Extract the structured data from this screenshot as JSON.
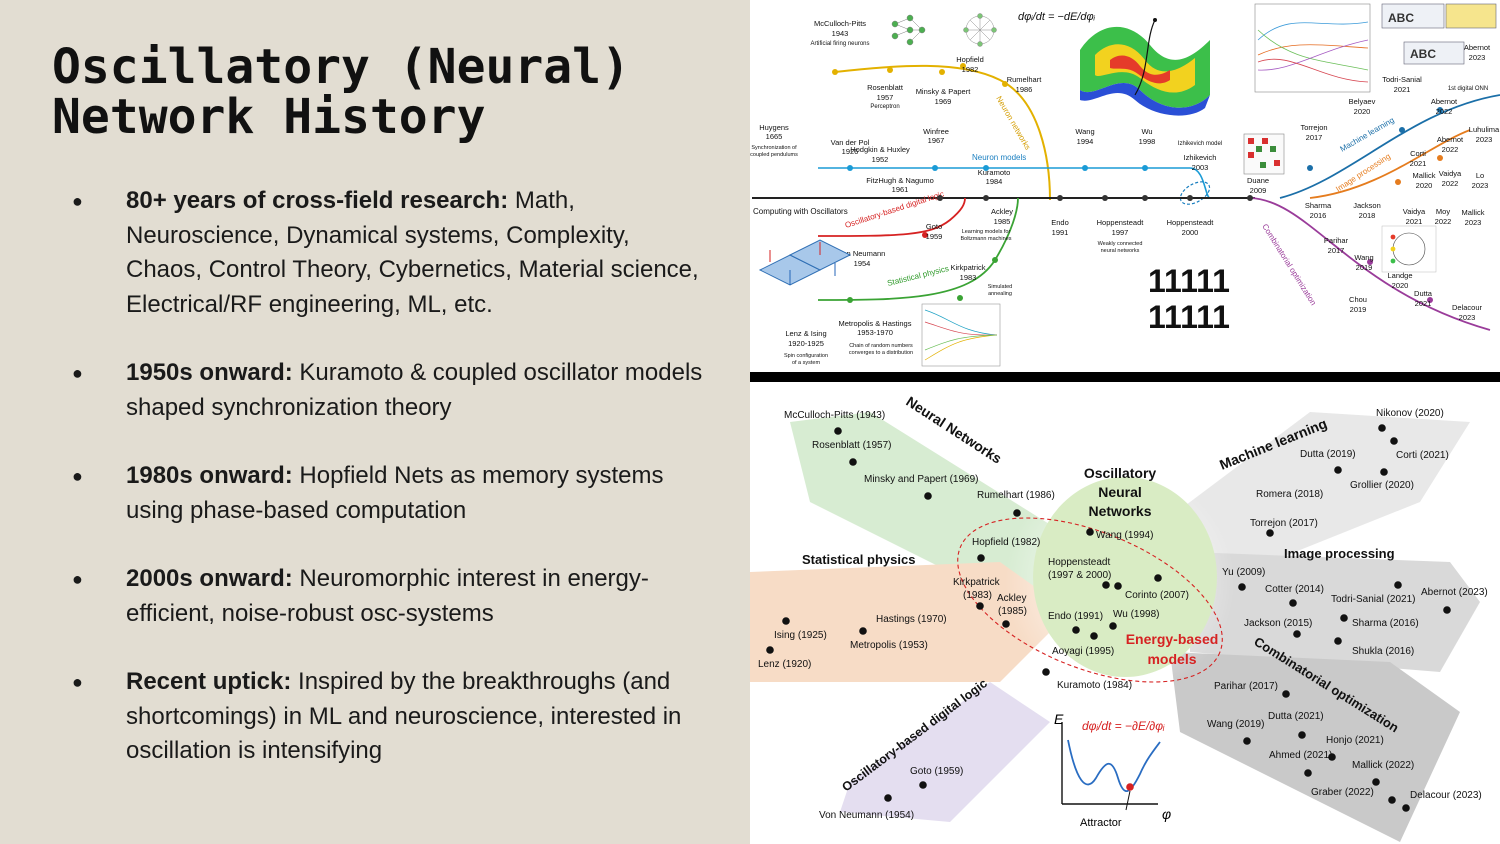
{
  "slide": {
    "title_line1": "Oscillatory (Neural)",
    "title_line2": "Network History",
    "bullets": [
      {
        "lead": "80+ years of cross-field research:",
        "text": " Math, Neuroscience, Dynamical systems, Complexity, Chaos, Control Theory, Cybernetics, Material science, Electrical/RF engineering, ML, etc."
      },
      {
        "lead": "1950s onward:",
        "text": " Kuramoto & coupled oscillator models shaped synchronization theory"
      },
      {
        "lead": "1980s onward:",
        "text": " Hopfield Nets as memory systems using phase-based computation"
      },
      {
        "lead": "2000s onward:",
        "text": " Neuromorphic interest in energy-efficient, noise-robust osc-systems"
      },
      {
        "lead": "Recent uptick:",
        "text": " Inspired by the breakthroughs (and shortcomings) in ML and neuroscience, interested in oscillation is intensifying"
      }
    ]
  },
  "timeline": {
    "axis_label": "Computing with Oscillators",
    "branches": {
      "neural_networks": "Neuron networks",
      "neuron_models": "Neuron models",
      "oscillatory_logic": "Oscillatory-based digital logic",
      "statistical_physics": "Statistical physics",
      "machine_learning": "Machine learning",
      "image_processing": "Image processing",
      "combinatorial": "Combinatorial optimization"
    },
    "entries": {
      "mcculloch": "McCulloch-Pitts",
      "mcculloch_year": "1943",
      "mcculloch_note": "Artificial firing neurons",
      "hopfield": "Hopfield",
      "hopfield_year": "1982",
      "rosenblatt": "Rosenblatt",
      "rosenblatt_year": "1957",
      "rosenblatt_note": "Perceptron",
      "minsky": "Minsky & Papert",
      "minsky_year": "1969",
      "rumelhart": "Rumelhart",
      "rumelhart_year": "1986",
      "huygens": "Huygens",
      "huygens_year": "1665",
      "huygens_note1": "Synchronization of",
      "huygens_note2": "coupled pendulums",
      "vanderpol": "Van der Pol",
      "vanderpol_year": "1926",
      "winfree": "Winfree",
      "winfree_year": "1967",
      "hodgkin": "Hodgkin & Huxley",
      "hodgkin_year": "1952",
      "fitzhugh": "FitzHugh & Nagumo",
      "fitzhugh_year": "1961",
      "kuramoto": "Kuramoto",
      "kuramoto_year": "1984",
      "wang": "Wang",
      "wang_year": "1994",
      "wu": "Wu",
      "wu_year": "1998",
      "izhi_model": "Izhikevich model",
      "izhikevich": "Izhikevich",
      "izhikevich_year": "2003",
      "duane": "Duane",
      "duane_year": "2009",
      "ackley": "Ackley",
      "ackley_year": "1985",
      "ackley_note1": "Learning models for",
      "ackley_note2": "Boltzmann machines",
      "goto": "Goto",
      "goto_year": "1959",
      "endo": "Endo",
      "endo_year": "1991",
      "hopp1997": "Hoppensteadt",
      "hopp1997_year": "1997",
      "hopp_note1": "Weakly connected",
      "hopp_note2": "neural networks",
      "hopp2000": "Hoppensteadt",
      "hopp2000_year": "2000",
      "vonneumann": "von Neumann",
      "vonneumann_year": "1954",
      "kirkpatrick": "Kirkpatrick",
      "kirkpatrick_year": "1983",
      "kirk_note1": "Simulated",
      "kirk_note2": "annealing",
      "lenz": "Lenz & Ising",
      "lenz_year": "1920-1925",
      "lenz_note1": "Spin configuration",
      "lenz_note2": "of a system",
      "metropolis": "Metropolis & Hastings",
      "metropolis_year": "1953-1970",
      "metro_note1": "Chain of random numbers",
      "metro_note2": "converges to a distribution",
      "torrejon": "Torrejon",
      "torrejon_year": "2017",
      "belyaev": "Belyaev",
      "belyaev_year": "2020",
      "todri": "Todri-Sanial",
      "todri_year": "2021",
      "abernot2023": "Abernot",
      "abernot2023_year": "2023",
      "abernot2022": "Abernot",
      "abernot2022_year": "2022",
      "first_onn": "1st digital ONN",
      "luhulima": "Luhulima",
      "luhulima_year": "2023",
      "abernot2022b": "Abernot",
      "abernot2022b_year": "2022",
      "corti": "Corti",
      "corti_year": "2021",
      "mallick2020": "Mallick",
      "mallick2020_year": "2020",
      "vaidya2022": "Vaidya",
      "vaidya2022_year": "2022",
      "lo": "Lo",
      "lo_year": "2023",
      "sharma": "Sharma",
      "sharma_year": "2016",
      "jackson": "Jackson",
      "jackson_year": "2018",
      "vaidya2021": "Vaidya",
      "vaidya2021_year": "2021",
      "moy": "Moy",
      "moy_year": "2022",
      "mallick2023": "Mallick",
      "mallick2023_year": "2023",
      "parihar": "Parihar",
      "parihar_year": "2017",
      "wang2019": "Wang",
      "wang2019_year": "2019",
      "landge": "Landge",
      "landge_year": "2020",
      "chou": "Chou",
      "chou_year": "2019",
      "dutta": "Dutta",
      "dutta_year": "2021",
      "delacour": "Delacour",
      "delacour_year": "2023"
    }
  },
  "clusters": {
    "neural_networks": "Neural Networks",
    "machine_learning": "Machine learning",
    "statistical_physics": "Statistical physics",
    "image_processing": "Image processing",
    "combinatorial": "Combinatorial optimization",
    "digital_logic": "Oscillatory-based digital logic",
    "onn_line1": "Oscillatory",
    "onn_line2": "Neural",
    "onn_line3": "Networks",
    "energy_line1": "Energy-based",
    "energy_line2": "models",
    "attractor": "Attractor",
    "axis_e": "E",
    "axis_phi": "φ",
    "points": {
      "mcculloch": "McCulloch-Pitts (1943)",
      "rosenblatt": "Rosenblatt (1957)",
      "minsky": "Minsky and Papert (1969)",
      "rumelhart": "Rumelhart (1986)",
      "hopfield": "Hopfield (1982)",
      "wang1994": "Wang (1994)",
      "hoppensteadt1": "Hoppensteadt",
      "hoppensteadt2": "(1997 & 2000)",
      "corinto": "Corinto (2007)",
      "kirkpatrick1": "Kirkpatrick",
      "kirkpatrick2": "(1983)",
      "ackley1": "Ackley",
      "ackley2": "(1985)",
      "endo": "Endo (1991)",
      "wu": "Wu (1998)",
      "aoyagi": "Aoyagi (1995)",
      "kuramoto": "Kuramoto (1984)",
      "hastings": "Hastings (1970)",
      "metropolis": "Metropolis (1953)",
      "ising": "Ising (1925)",
      "lenz": "Lenz (1920)",
      "goto": "Goto (1959)",
      "vonneumann": "Von Neumann (1954)",
      "nikonov": "Nikonov (2020)",
      "dutta2019": "Dutta (2019)",
      "corti": "Corti (2021)",
      "grollier": "Grollier (2020)",
      "romera": "Romera (2018)",
      "torrejon": "Torrejon (2017)",
      "yu": "Yu (2009)",
      "cotter": "Cotter (2014)",
      "abernot": "Abernot (2023)",
      "todri": "Todri-Sanial (2021)",
      "jackson": "Jackson (2015)",
      "sharma": "Sharma (2016)",
      "shukla": "Shukla (2016)",
      "parihar": "Parihar (2017)",
      "dutta2021": "Dutta (2021)",
      "wang2019": "Wang (2019)",
      "honjo": "Honjo (2021)",
      "ahmed": "Ahmed (2021)",
      "mallick": "Mallick (2022)",
      "graber": "Graber (2022)",
      "delacour": "Delacour (2023)"
    }
  }
}
